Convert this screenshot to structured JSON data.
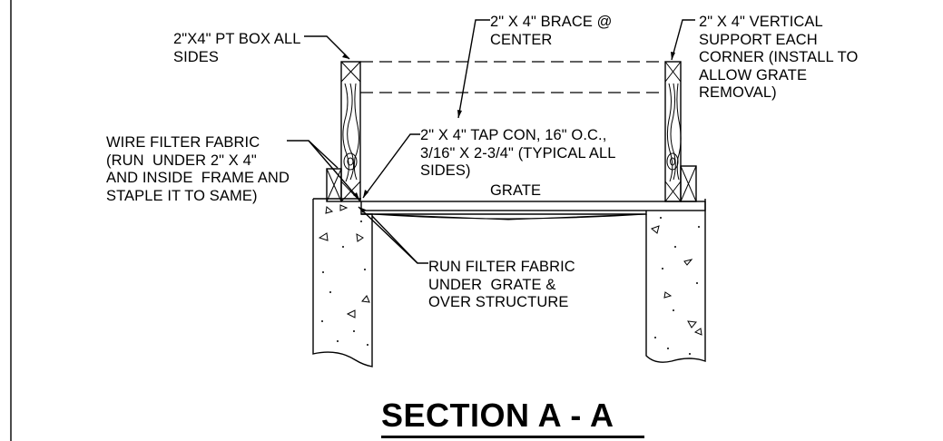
{
  "title": "SECTION A - A",
  "notes": {
    "pt_box": "2\"X4\" PT BOX ALL\nSIDES",
    "brace": "2\" X 4\" BRACE @\nCENTER",
    "vertical_support": "2\" X 4\" VERTICAL\nSUPPORT EACH\nCORNER (INSTALL TO\nALLOW GRATE\nREMOVAL)",
    "wire_filter": "WIRE FILTER FABRIC\n(RUN  UNDER 2\" X 4\"\nAND INSIDE  FRAME AND\nSTAPLE IT TO SAME)",
    "tap_con": "2\" X 4\" TAP CON, 16\" O.C.,\n3/16\" X 2-3/4\" (TYPICAL ALL\nSIDES)",
    "grate": "GRATE",
    "run_filter": "RUN FILTER FABRIC\nUNDER  GRATE &\nOVER STRUCTURE"
  }
}
